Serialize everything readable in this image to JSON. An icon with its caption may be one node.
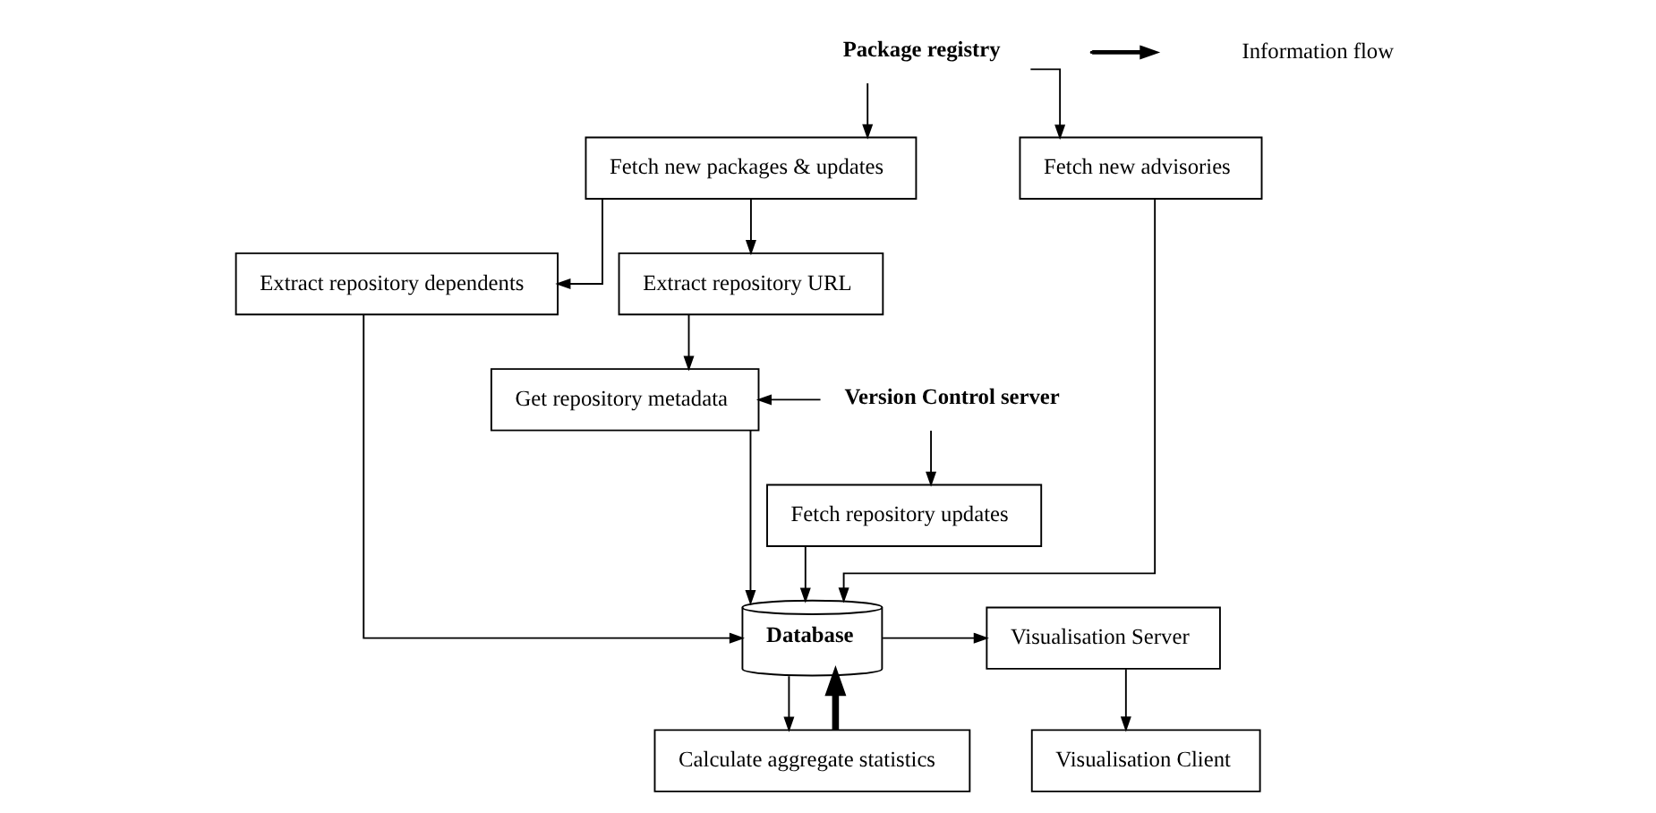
{
  "diagram": {
    "nodes": [
      {
        "text": [
          "Package registry"
        ]
      },
      {
        "text": [
          "Fetch new packages & updates"
        ]
      },
      {
        "text": [
          "Fetch new advisories"
        ]
      },
      {
        "text": [
          "Extract repository URL"
        ]
      },
      {
        "text": [
          "Extract repository dependents"
        ]
      },
      {
        "text": [
          "Get repository metadata"
        ]
      },
      {
        "text": [
          "Version Control server"
        ]
      },
      {
        "text": [
          "Fetch repository updates"
        ]
      },
      {
        "text": [
          "Database"
        ]
      },
      {
        "text": [
          "Calculate aggregate statistics"
        ]
      },
      {
        "text": [
          "Visualisation Server"
        ]
      },
      {
        "text": [
          "Visualisation Client"
        ]
      }
    ],
    "edges": [
      {
        "from": 0,
        "to": 1,
        "arrow": "to"
      },
      {
        "from": 0,
        "to": 2,
        "arrow": "to"
      },
      {
        "from": 1,
        "to": 3,
        "arrow": "to"
      },
      {
        "from": 1,
        "to": 4,
        "arrow": "to"
      },
      {
        "from": 3,
        "to": 5,
        "arrow": "to"
      },
      {
        "from": 6,
        "to": 5,
        "arrow": "to"
      },
      {
        "from": 6,
        "to": 7,
        "arrow": "to"
      },
      {
        "from": 5,
        "to": 8,
        "arrow": "to"
      },
      {
        "from": 4,
        "to": 8,
        "arrow": "to"
      },
      {
        "from": 2,
        "to": 8,
        "arrow": "to"
      },
      {
        "from": 7,
        "to": 8,
        "arrow": "to"
      },
      {
        "from": 9,
        "to": 8,
        "arrow": "to",
        "style": "thick"
      },
      {
        "from": 8,
        "to": 9,
        "arrow": "to"
      },
      {
        "from": 8,
        "to": 10,
        "arrow": "to"
      },
      {
        "from": 10,
        "to": 11,
        "arrow": "to"
      }
    ],
    "legend": [
      {
        "text": "Information flow"
      }
    ]
  }
}
